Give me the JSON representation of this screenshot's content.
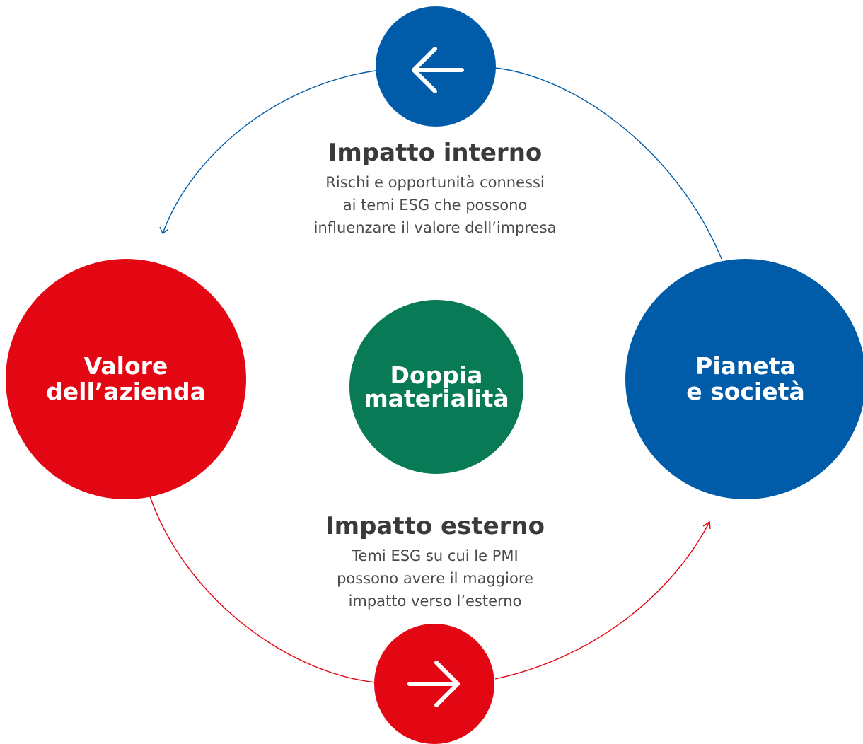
{
  "colors": {
    "blue": "#005ca9",
    "red": "#e30613",
    "green": "#087a55",
    "white": "#ffffff"
  },
  "nodes": {
    "left": "Valore\ndell’azienda",
    "center": "Doppia\nmaterialità",
    "right": "Pianeta\ne società"
  },
  "arrows": {
    "top_icon": "arrow-left-icon",
    "bottom_icon": "arrow-right-icon"
  },
  "internal_impact": {
    "title": "Impatto interno",
    "description": "Rischi e opportunità connessi\nai temi ESG che possono\ninfluenzare il valore dell’impresa"
  },
  "external_impact": {
    "title": "Impatto esterno",
    "description": "Temi ESG su cui le PMI\npossono avere il maggiore\nimpatto verso l’esterno"
  }
}
